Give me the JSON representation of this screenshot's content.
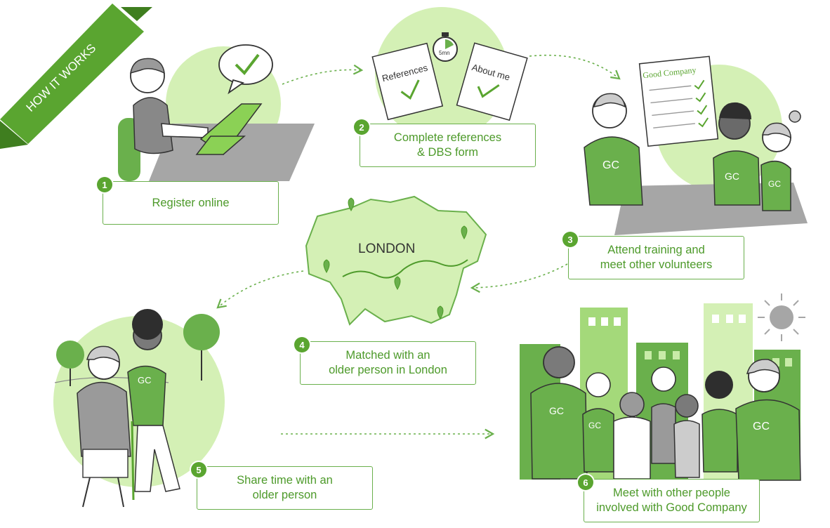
{
  "banner": {
    "text": "HOW IT WORKS"
  },
  "map": {
    "label": "LONDON"
  },
  "illustration_text": {
    "references_paper": "References",
    "about_paper": "About me",
    "timer": "5mn",
    "good_company": "Good Company",
    "shirt": "GC"
  },
  "steps": [
    {
      "number": "1",
      "label": "Register online"
    },
    {
      "number": "2",
      "label": "Complete references\n& DBS form"
    },
    {
      "number": "3",
      "label": "Attend training and\nmeet other volunteers"
    },
    {
      "number": "4",
      "label": "Matched with an\nolder person in London"
    },
    {
      "number": "5",
      "label": "Share time with an\nolder person"
    },
    {
      "number": "6",
      "label": "Meet with other people\ninvolved with Good Company"
    }
  ],
  "colors": {
    "green_dark": "#4d9a2a",
    "green_mid": "#6ab04c",
    "green_light": "#d4f0b5",
    "grey": "#9a9a9a"
  }
}
